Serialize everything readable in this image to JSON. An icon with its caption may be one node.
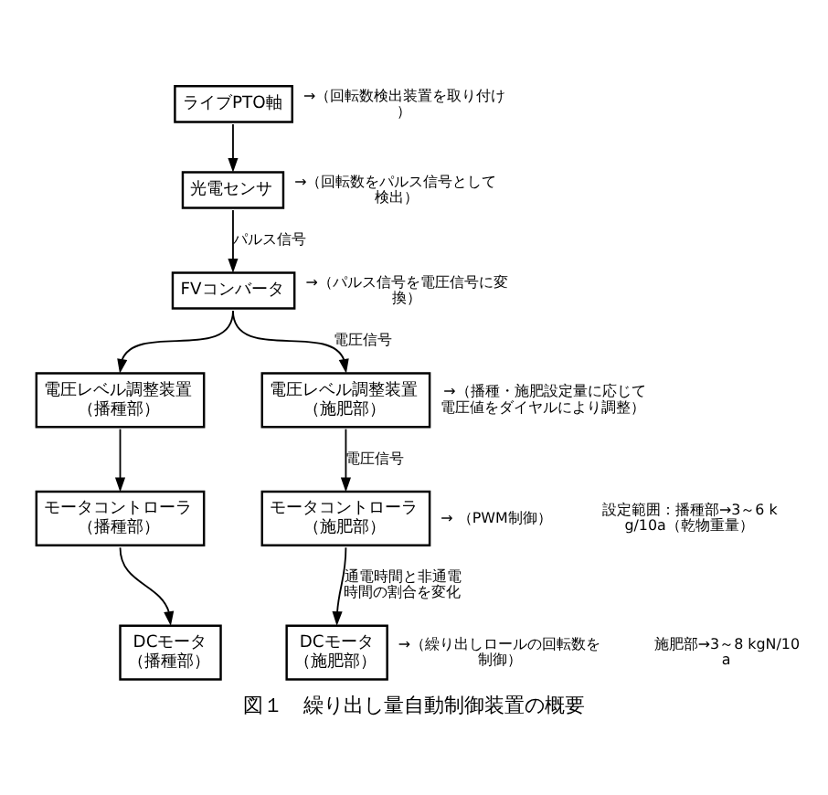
{
  "diagram": {
    "caption": "図１　繰り出し量自動制御装置の概要",
    "nodes": [
      {
        "text": [
          "ライブPTO軸"
        ],
        "beside": [
          "→（回転数検出装置を取り付け）"
        ]
      },
      {
        "text": [
          "光電センサ"
        ],
        "beside": [
          "→（回転数をパルス信号として検出）"
        ]
      },
      {
        "text": [
          "FVコンバータ"
        ],
        "beside": [
          "→（パルス信号を電圧信号に変換）"
        ]
      },
      {
        "text": [
          "電圧レベル調整装置",
          "（播種部）"
        ]
      },
      {
        "text": [
          "電圧レベル調整装置",
          "（施肥部）"
        ],
        "beside": [
          "→（播種・施肥設定量に応じて電圧値をダイヤルにより調整）"
        ]
      },
      {
        "text": [
          "モータコントローラ",
          "（播種部）"
        ]
      },
      {
        "text": [
          "モータコントローラ",
          "（施肥部）"
        ],
        "beside": [
          "→ （PWM制御）"
        ]
      },
      {
        "text": [
          "DCモータ",
          "（播種部）"
        ]
      },
      {
        "text": [
          "DCモータ",
          "（施肥部）"
        ],
        "beside": [
          "→（繰り出しロールの回転数を制御）"
        ]
      }
    ],
    "edges": [
      {
        "from": 0,
        "to": 1,
        "arrow": "to"
      },
      {
        "from": 1,
        "to": 2,
        "arrow": "to",
        "label": "パルス信号"
      },
      {
        "from": 2,
        "to": 3,
        "arrow": "to"
      },
      {
        "from": 2,
        "to": 4,
        "arrow": "to",
        "label": "電圧信号"
      },
      {
        "from": 3,
        "to": 5,
        "arrow": "to"
      },
      {
        "from": 4,
        "to": 6,
        "arrow": "to",
        "label": "電圧信号"
      },
      {
        "from": 5,
        "to": 7,
        "arrow": "to"
      },
      {
        "from": 6,
        "to": 8,
        "arrow": "to",
        "label": "通電時間と非通電時間の割合を変化"
      }
    ],
    "labels": [
      "設定範囲：播種部→3～6 kg/10a（乾物重量）",
      "施肥部→3～8 kgN/10a"
    ]
  }
}
